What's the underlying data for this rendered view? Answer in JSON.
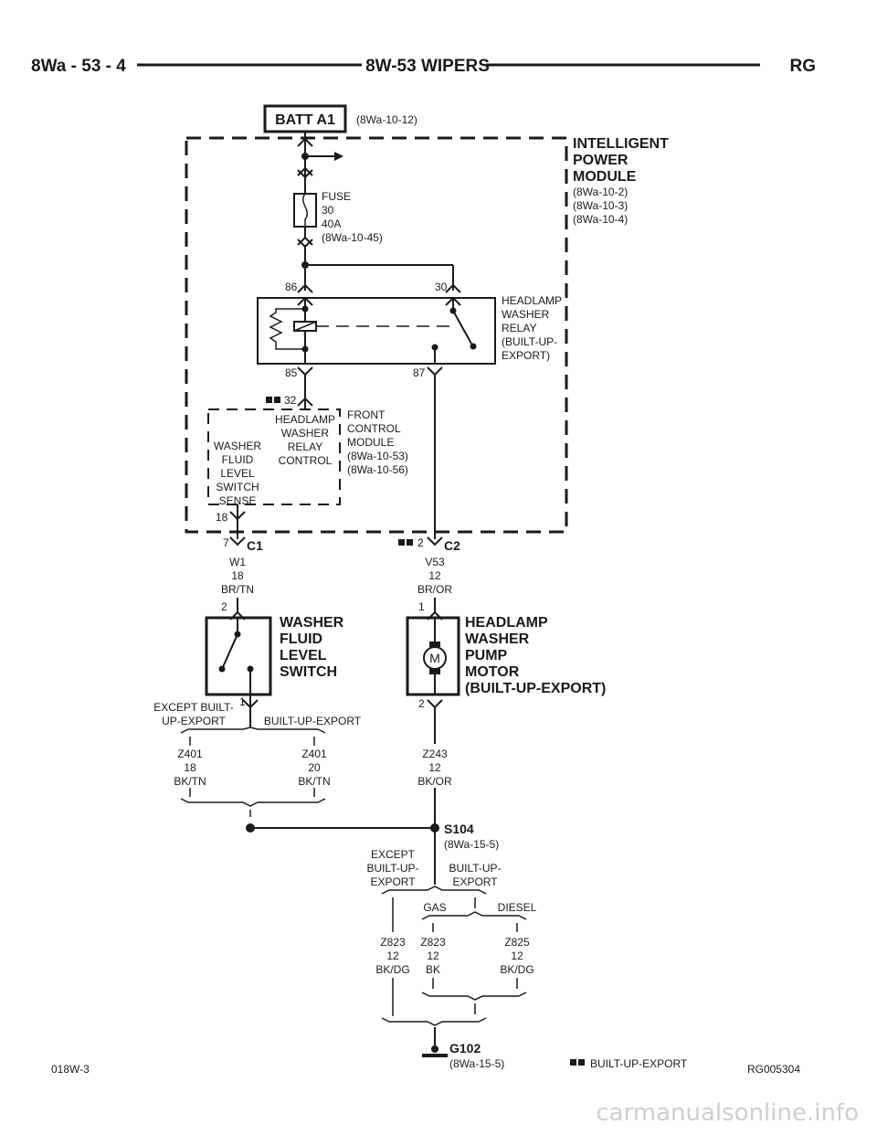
{
  "header": {
    "left": "8Wa - 53 - 4",
    "center": "8W-53 WIPERS",
    "right": "RG"
  },
  "batt": {
    "label": "BATT A1",
    "ref": "(8Wa-10-12)"
  },
  "ipm": {
    "title": [
      "INTELLIGENT",
      "POWER",
      "MODULE"
    ],
    "refs": [
      "(8Wa-10-2)",
      "(8Wa-10-3)",
      "(8Wa-10-4)"
    ]
  },
  "fuse": {
    "lines": [
      "FUSE",
      "30",
      "40A",
      "(8Wa-10-45)"
    ]
  },
  "relay": {
    "pin86": "86",
    "pin30": "30",
    "pin85": "85",
    "pin87": "87",
    "label": [
      "HEADLAMP",
      "WASHER",
      "RELAY",
      "(BUILT-UP-",
      "EXPORT)"
    ]
  },
  "fcm": {
    "pin32": "32",
    "pin18": "18",
    "relay_control": [
      "HEADLAMP",
      "WASHER",
      "RELAY",
      "CONTROL"
    ],
    "level_sense": [
      "WASHER",
      "FLUID",
      "LEVEL",
      "SWITCH",
      "SENSE"
    ],
    "label": [
      "FRONT",
      "CONTROL",
      "MODULE",
      "(8Wa-10-53)",
      "(8Wa-10-56)"
    ]
  },
  "c1": {
    "pin": "7",
    "name": "C1",
    "wire": [
      "W1",
      "18",
      "BR/TN"
    ]
  },
  "c2": {
    "pin": "2",
    "name": "C2",
    "wire": [
      "V53",
      "12",
      "BR/OR"
    ]
  },
  "switch": {
    "pin_top": "2",
    "pin_bottom": "1",
    "label": [
      "WASHER",
      "FLUID",
      "LEVEL",
      "SWITCH"
    ]
  },
  "motor": {
    "pin_top": "1",
    "pin_bottom": "2",
    "symbol": "M",
    "label": [
      "HEADLAMP",
      "WASHER",
      "PUMP",
      "MOTOR",
      "(BUILT-UP-EXPORT)"
    ]
  },
  "split1": {
    "left": [
      "EXCEPT BUILT-",
      "UP-EXPORT"
    ],
    "right": "BUILT-UP-EXPORT"
  },
  "wires": {
    "z401a": [
      "Z401",
      "18",
      "BK/TN"
    ],
    "z401b": [
      "Z401",
      "20",
      "BK/TN"
    ],
    "z243": [
      "Z243",
      "12",
      "BK/OR"
    ],
    "z823a": [
      "Z823",
      "12",
      "BK/DG"
    ],
    "z823b": [
      "Z823",
      "12",
      "BK"
    ],
    "z825": [
      "Z825",
      "12",
      "BK/DG"
    ]
  },
  "s104": {
    "name": "S104",
    "ref": "(8Wa-15-5)"
  },
  "split2": {
    "left": [
      "EXCEPT",
      "BUILT-UP-",
      "EXPORT"
    ],
    "right": [
      "BUILT-UP-",
      "EXPORT"
    ]
  },
  "split3": {
    "left": "GAS",
    "right": "DIESEL"
  },
  "g102": {
    "name": "G102",
    "ref": "(8Wa-15-5)"
  },
  "footer": {
    "left": "018W-3",
    "legend": "BUILT-UP-EXPORT",
    "right": "RG005304"
  },
  "watermark": "carmanualsonline.info"
}
